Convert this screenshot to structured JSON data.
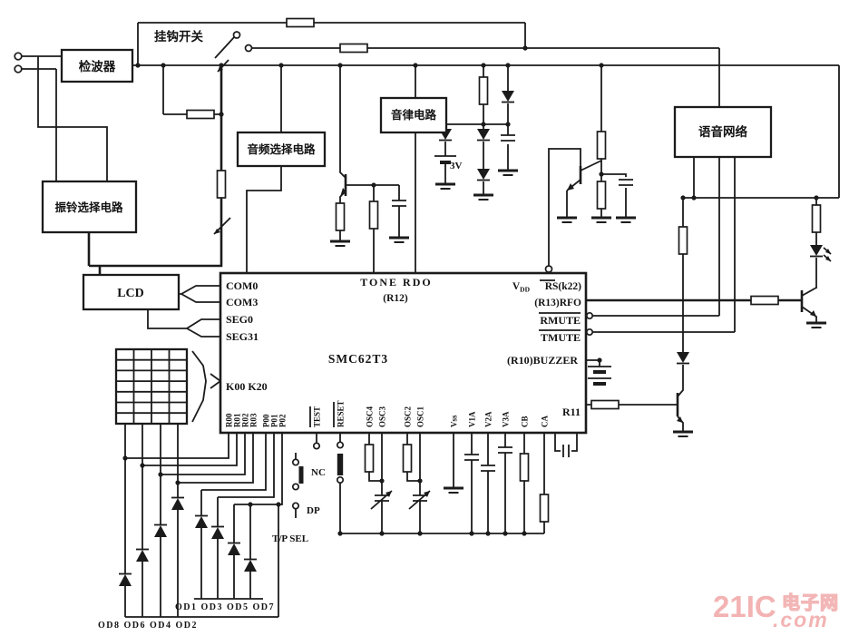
{
  "labels": {
    "detector": "检波器",
    "hook_switch": "挂钩开关",
    "ring_select": "振铃选择电路",
    "audio_select": "音频选择电路",
    "tone_gen": "音律电路",
    "speech_net": "语音网络",
    "lcd": "LCD",
    "battery": "3V",
    "nc": "NC",
    "dp": "DP",
    "tp_sel": "T/P SEL",
    "od_row_a": "OD1 OD3 OD5 OD7",
    "od_row_b": "OD8 OD6 OD4 OD2"
  },
  "ic": {
    "part": "SMC62T3",
    "left_pins": [
      "COM0",
      "COM3",
      "SEG0",
      "SEG31"
    ],
    "key_matrix": "K00 K20",
    "tone": "TONE RDO",
    "tone_sub": "(R12)",
    "vdd": "V",
    "vdd_sub": "DD",
    "rs": "RS(k22)",
    "rfo": "(R13)RFO",
    "rmute": "RMUTE",
    "tmute": "TMUTE",
    "buzzer": "(R10)BUZZER",
    "r11": "R11",
    "bottom_pins": [
      "R00",
      "R01",
      "R02",
      "R03",
      "P00",
      "P01",
      "P02",
      "TEST",
      "RESET",
      "OSC4",
      "OSC3",
      "OSC2",
      "OSC1",
      "Vss",
      "V1A",
      "V2A",
      "V3A",
      "CB",
      "CA"
    ]
  },
  "watermark": {
    "brand": "21IC",
    "domain": ".com",
    "site": "电子网"
  }
}
